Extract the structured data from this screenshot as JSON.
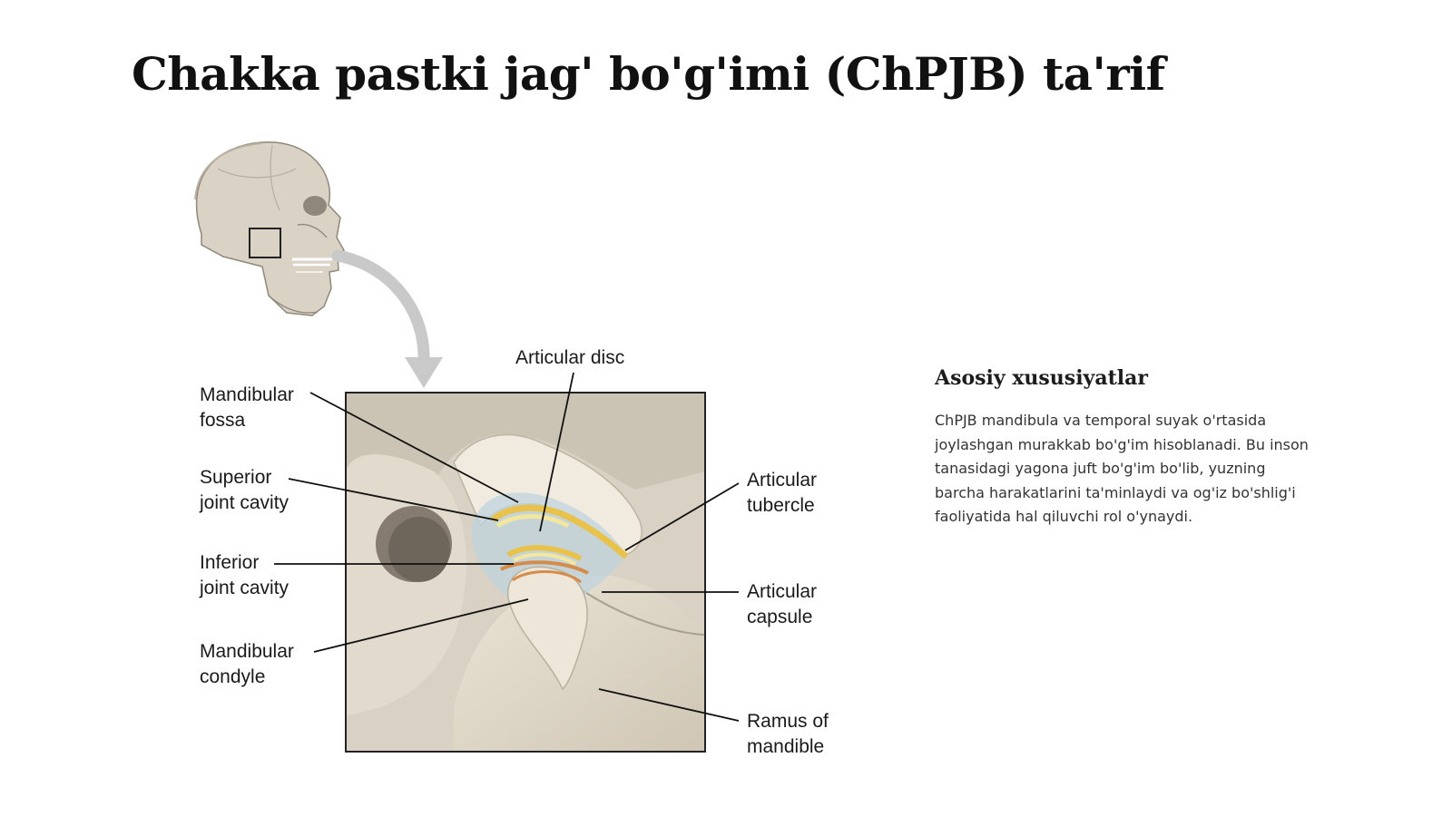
{
  "slide": {
    "title": "Chakka pastki jag' bo'g'imi (ChPJB) ta'rif"
  },
  "figure": {
    "labels": {
      "articular_disc": "Articular disc",
      "mandibular_fossa": [
        "Mandibular",
        "fossa"
      ],
      "superior_joint_cavity": [
        "Superior",
        "joint cavity"
      ],
      "inferior_joint_cavity": [
        "Inferior",
        "joint cavity"
      ],
      "mandibular_condyle": [
        "Mandibular",
        "condyle"
      ],
      "articular_tubercle": [
        "Articular",
        "tubercle"
      ],
      "articular_capsule": [
        "Articular",
        "capsule"
      ],
      "ramus_of_mandible": [
        "Ramus of",
        "mandible"
      ]
    }
  },
  "panel": {
    "heading": "Asosiy xususiyatlar",
    "body": "ChPJB mandibula va temporal suyak o'rtasida joylashgan murakkab bo'g'im hisoblanadi. Bu inson tanasidagi yagona juft bo'g'im bo'lib, yuzning barcha harakatlarini ta'minlaydi va og'iz bo'shlig'i faoliyatida hal qiluvchi rol o'ynaydi."
  }
}
